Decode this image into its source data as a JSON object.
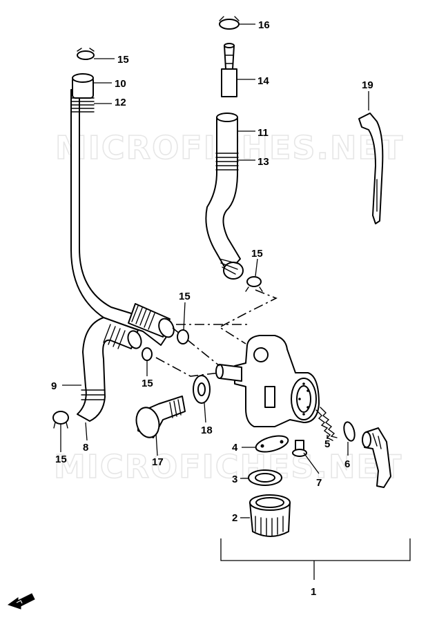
{
  "watermark": "MICROFICHES.NET",
  "callouts": {
    "c1": "1",
    "c2": "2",
    "c3": "3",
    "c4": "4",
    "c5": "5",
    "c6": "6",
    "c7": "7",
    "c8": "8",
    "c9": "9",
    "c10": "10",
    "c11": "11",
    "c12": "12",
    "c13": "13",
    "c14": "14",
    "c15a": "15",
    "c15b": "15",
    "c15c": "15",
    "c15d": "15",
    "c15e": "15",
    "c16": "16",
    "c17": "17",
    "c18": "18",
    "c19": "19"
  },
  "colors": {
    "line": "#000000",
    "background": "#ffffff",
    "watermark": "#e6e6e6"
  },
  "icons": {
    "orientation_arrow": "front-direction-arrow-icon"
  }
}
